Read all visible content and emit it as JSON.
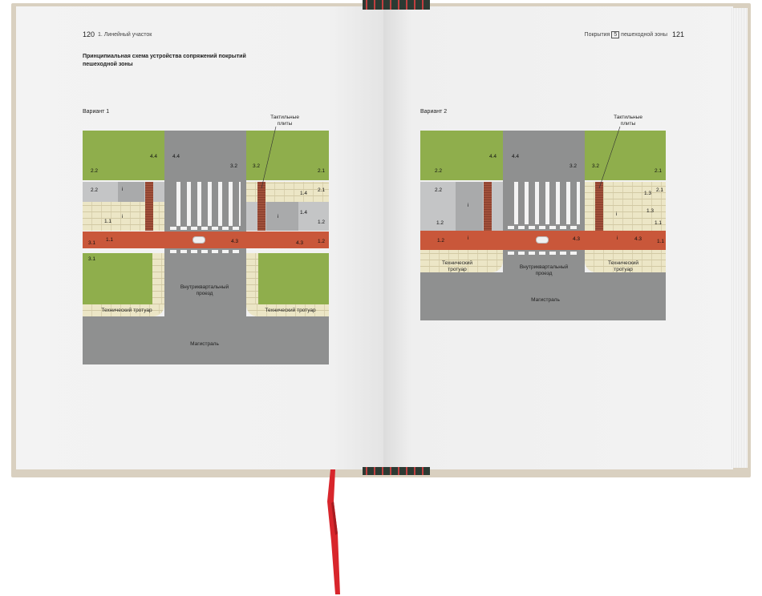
{
  "left_page": {
    "page_number": "120",
    "running_header": "1. Линейный участок",
    "title": "Принципиальная схема устройства сопряжений покрытий пешеходной зоны",
    "variant": "Вариант 1"
  },
  "right_page": {
    "page_number": "121",
    "running_header_before": "Покрытия",
    "running_header_box": "5",
    "running_header_after": "пешеходной зоны",
    "variant": "Вариант 2"
  },
  "diagram1": {
    "tactile_label": "Тактильные плиты",
    "inner_road": "Внутриквартальный проезд",
    "tech_sidewalk_left": "Технический тротуар",
    "tech_sidewalk_right": "Технический тротуар",
    "main_road": "Магистраль",
    "dims": [
      "4.4",
      "4.4",
      "3.2",
      "3.2",
      "2.2",
      "2.2",
      "i",
      "i",
      "1.1",
      "1.1",
      "3.1",
      "3.1",
      "2.1",
      "2.1",
      "1.4",
      "1.4",
      "i",
      "1.2",
      "1.2",
      "4.3",
      "4.3"
    ]
  },
  "diagram2": {
    "tactile_label": "Тактильные плиты",
    "inner_road": "Внутриквартальный проезд",
    "tech_sidewalk_left": "Технический тротуар",
    "tech_sidewalk_right": "Технический тротуар",
    "main_road": "Магистраль",
    "dims": [
      "4.4",
      "4.4",
      "3.2",
      "3.2",
      "2.2",
      "2.2",
      "i",
      "1.2",
      "1.2",
      "i",
      "4.3",
      "2.1",
      "2.1",
      "1.3",
      "1.3",
      "i",
      "1.1",
      "1.1",
      "4.3",
      "i"
    ]
  }
}
